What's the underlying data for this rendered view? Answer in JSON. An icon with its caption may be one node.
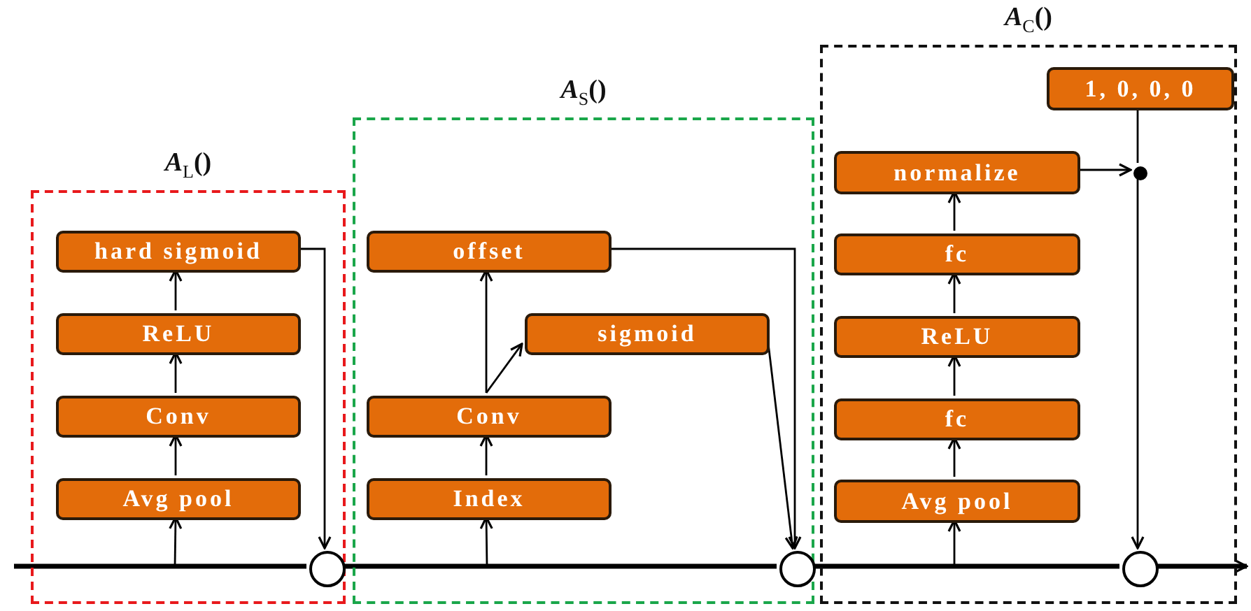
{
  "diagram": {
    "nodes": [
      {
        "text": [
          "*A*$_{L}$()"
        ]
      },
      {
        "text": [
          "Avg pool"
        ],
        "in": 0
      },
      {
        "text": [
          "Conv"
        ],
        "in": 0
      },
      {
        "text": [
          "ReLU"
        ],
        "in": 0
      },
      {
        "text": [
          "hard sigmoid"
        ],
        "in": 0
      },
      {
        "text": [],
        "shape": "circle",
        "in": 0
      },
      {
        "text": [
          "*A*$_{S}$()"
        ]
      },
      {
        "text": [
          "Index"
        ],
        "in": 6
      },
      {
        "text": [
          "Conv"
        ],
        "in": 6
      },
      {
        "text": [
          "sigmoid"
        ],
        "in": 6
      },
      {
        "text": [
          "offset"
        ],
        "in": 6
      },
      {
        "text": [],
        "shape": "circle",
        "in": 6
      },
      {
        "text": [
          "*A*$_{C}$()"
        ]
      },
      {
        "text": [
          "Avg pool"
        ],
        "in": 12
      },
      {
        "text": [
          "fc"
        ],
        "in": 12
      },
      {
        "text": [
          "ReLU"
        ],
        "in": 12
      },
      {
        "text": [
          "fc"
        ],
        "in": 12
      },
      {
        "text": [
          "normalize"
        ],
        "in": 12
      },
      {
        "text": [
          "1, 0, 0, 0"
        ],
        "in": 12
      },
      {
        "text": [],
        "shape": "dot",
        "in": 12
      },
      {
        "text": [],
        "shape": "circle",
        "in": 12
      }
    ],
    "edges": [
      {
        "from": null,
        "to": 5,
        "arrow": "none",
        "style": "thick"
      },
      {
        "from": null,
        "to": 1,
        "arrow": "to"
      },
      {
        "from": 1,
        "to": 2,
        "arrow": "to"
      },
      {
        "from": 2,
        "to": 3,
        "arrow": "to"
      },
      {
        "from": 3,
        "to": 4,
        "arrow": "to"
      },
      {
        "from": 4,
        "to": 5,
        "arrow": "to"
      },
      {
        "from": 5,
        "to": 11,
        "arrow": "none",
        "style": "thick"
      },
      {
        "from": 5,
        "to": 7,
        "arrow": "to"
      },
      {
        "from": 7,
        "to": 8,
        "arrow": "to"
      },
      {
        "from": 8,
        "to": 10,
        "arrow": "to"
      },
      {
        "from": 8,
        "to": 9,
        "arrow": "to"
      },
      {
        "from": 10,
        "to": 11,
        "arrow": "to"
      },
      {
        "from": 9,
        "to": 11,
        "arrow": "to"
      },
      {
        "from": 11,
        "to": 20,
        "arrow": "none",
        "style": "thick"
      },
      {
        "from": 11,
        "to": 13,
        "arrow": "to"
      },
      {
        "from": 13,
        "to": 14,
        "arrow": "to"
      },
      {
        "from": 14,
        "to": 15,
        "arrow": "to"
      },
      {
        "from": 15,
        "to": 16,
        "arrow": "to"
      },
      {
        "from": 16,
        "to": 17,
        "arrow": "to"
      },
      {
        "from": 17,
        "to": 19,
        "arrow": "to"
      },
      {
        "from": 18,
        "to": 19,
        "arrow": "none"
      },
      {
        "from": 19,
        "to": 20,
        "arrow": "to"
      },
      {
        "from": 20,
        "to": null,
        "arrow": "to",
        "style": "thick"
      }
    ]
  }
}
